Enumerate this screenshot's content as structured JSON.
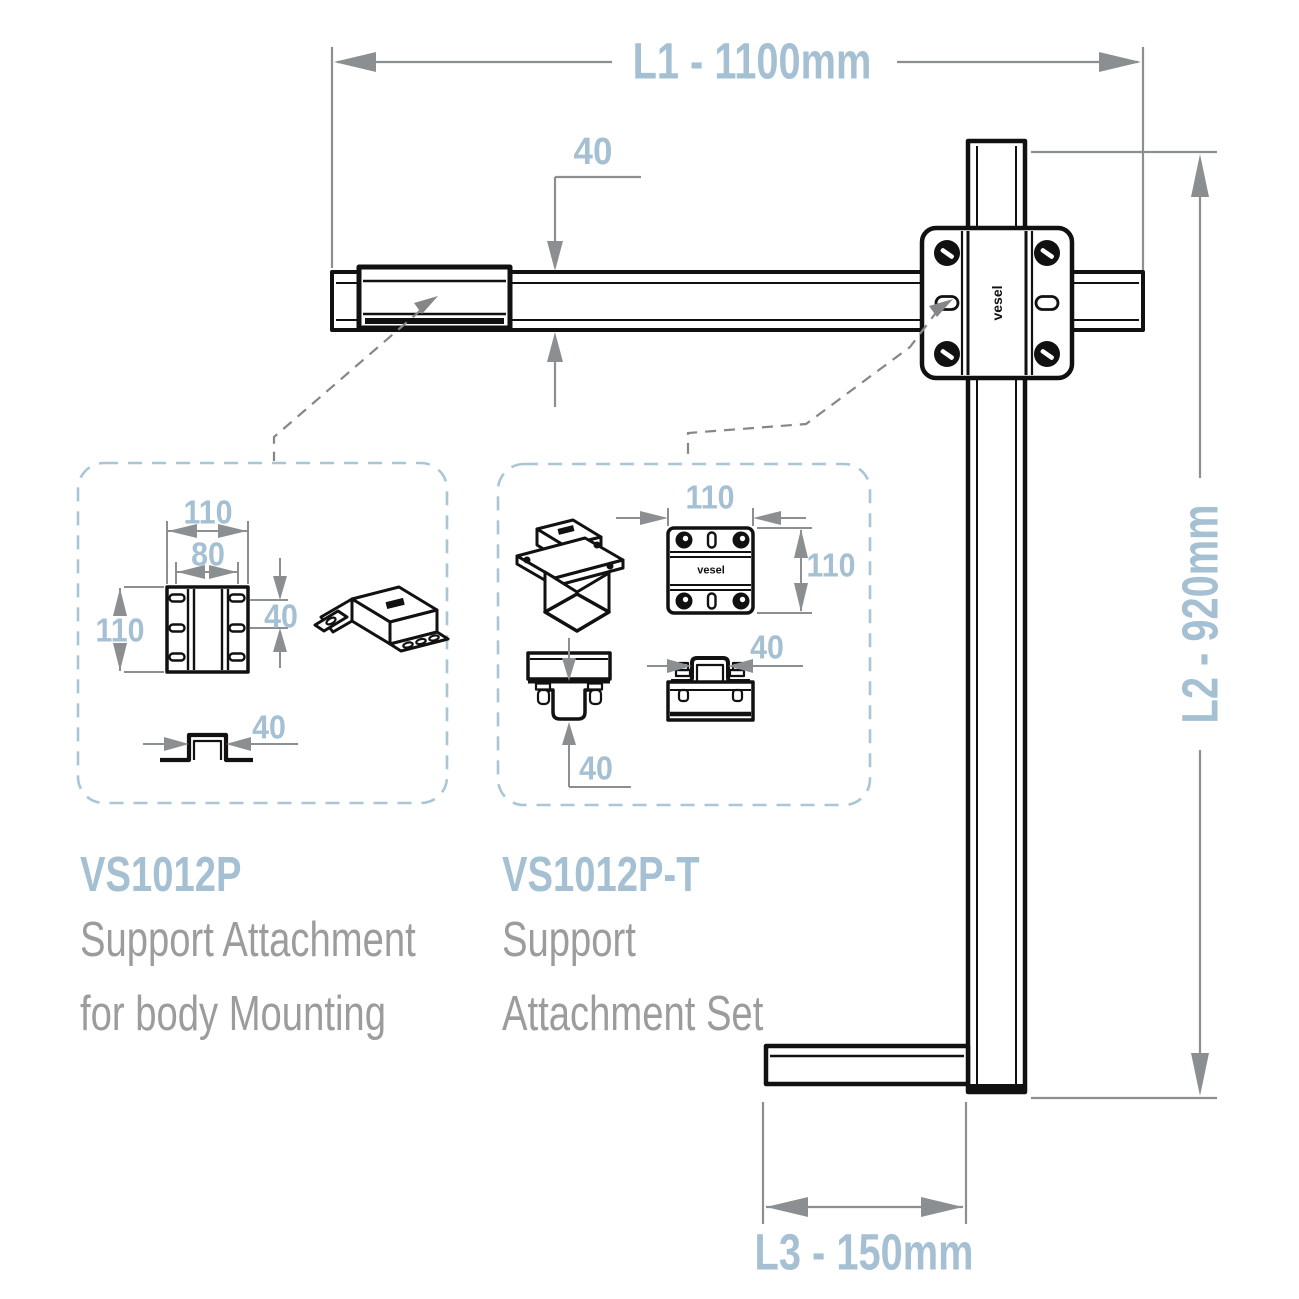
{
  "brand": {
    "logo": "vesel"
  },
  "main_view": {
    "dim_l1": "L1 - 1100mm",
    "dim_rail_height": "40",
    "dim_l2": "L2 - 920mm",
    "dim_l3": "L3 - 150mm"
  },
  "detail_left": {
    "code": "VS1012P",
    "desc1": "Support Attachment",
    "desc2": "for body Mounting",
    "dim_plate_width": "110",
    "dim_channel_width": "80",
    "dim_plate_height": "110",
    "dim_slot_spacing": "40",
    "dim_profile_width": "40"
  },
  "detail_right": {
    "code": "VS1012P-T",
    "desc1": "Support",
    "desc2": "Attachment Set",
    "dim_plate_width": "110",
    "dim_plate_height": "110",
    "dim_channel_depth": "40",
    "dim_channel_width": "40"
  },
  "colors": {
    "line": "#111111",
    "dimension": "#8c8f91",
    "dim_text": "#a6c0d3",
    "desc_text": "#9c9c9c",
    "detail_box_border": "#a9c6d7"
  }
}
